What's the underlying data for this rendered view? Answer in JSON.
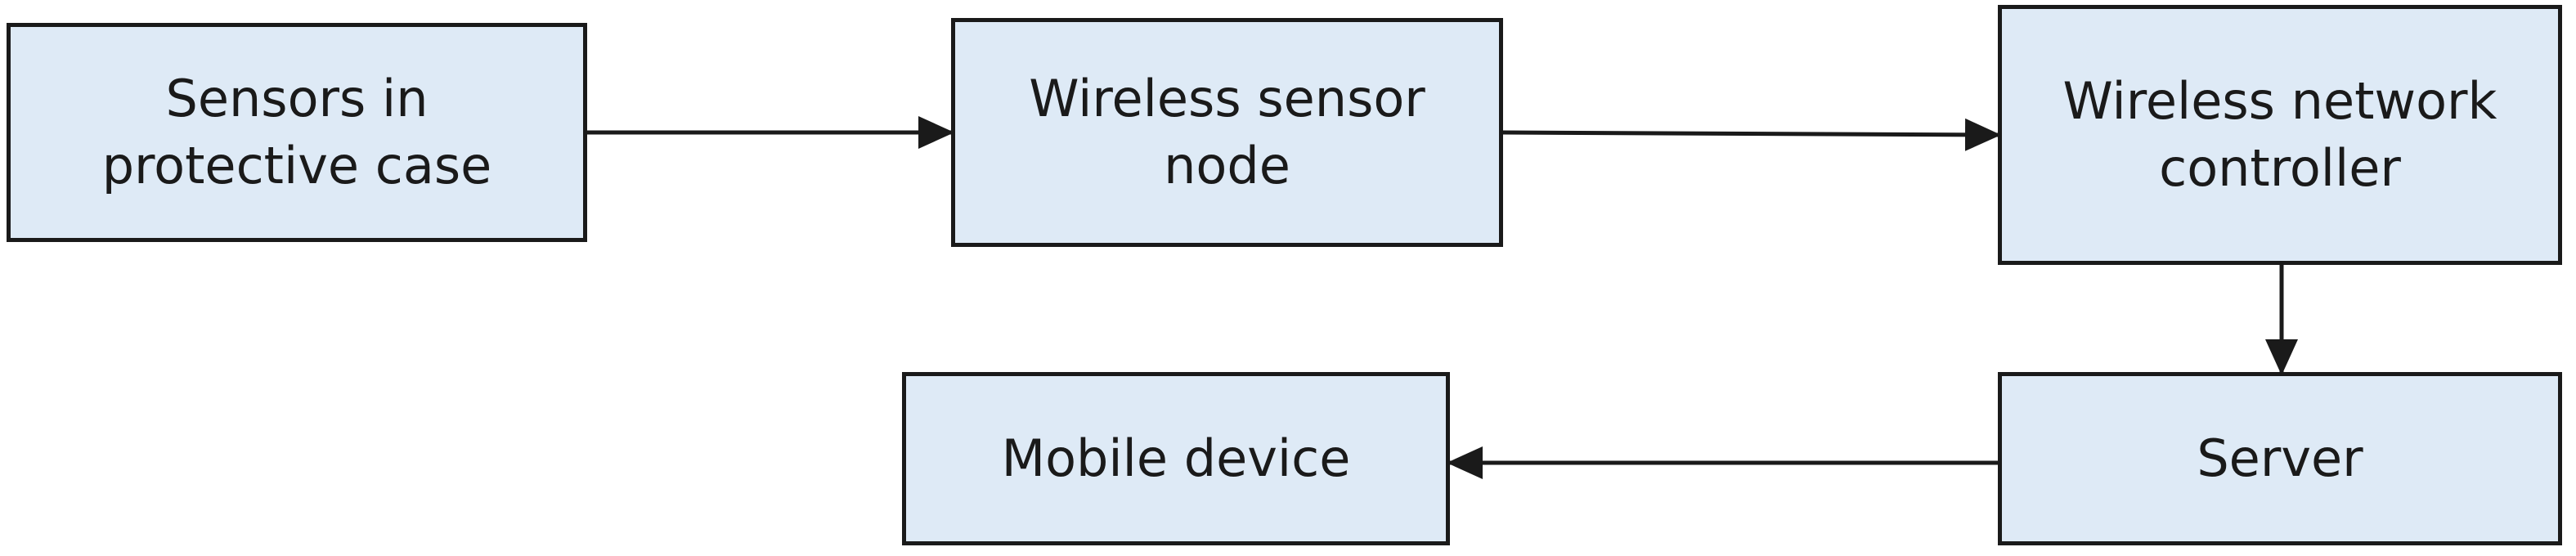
{
  "nodes": {
    "sensors": {
      "line1": "Sensors in",
      "line2": "protective case"
    },
    "sensor_node": {
      "line1": "Wireless sensor",
      "line2": "node"
    },
    "network_controller": {
      "line1": "Wireless network",
      "line2": "controller"
    },
    "server": {
      "label": "Server"
    },
    "mobile_device": {
      "label": "Mobile device"
    }
  },
  "colors": {
    "box_fill": "#deeaf6",
    "stroke": "#1a1a1a"
  }
}
